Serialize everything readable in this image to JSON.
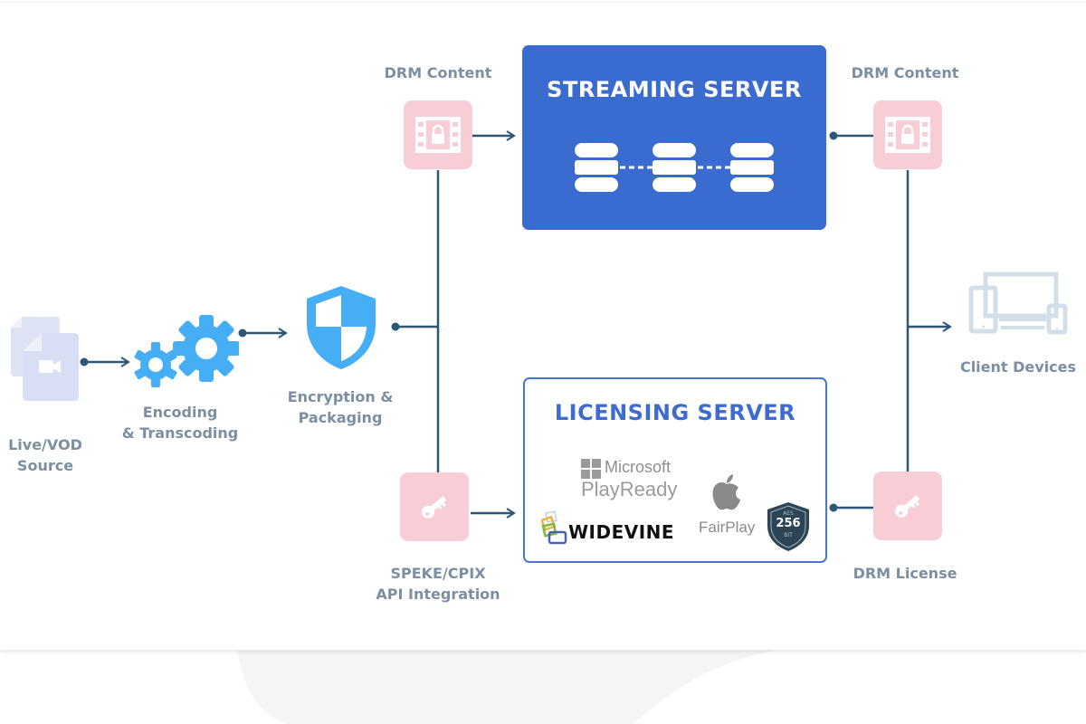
{
  "diagram": {
    "title": "DRM Content Delivery Workflow",
    "colors": {
      "connector": "#2e5677",
      "label_text": "#7b8fa1",
      "tile_pink": "#f8cdd6",
      "streaming_server_fill": "#3a6bcf",
      "licensing_server_border": "#4a74cf",
      "gear_blue": "#46aef5",
      "source_doc": "#dde3f5",
      "device_gray": "#d3dfe8"
    },
    "nodes": {
      "source": {
        "label_line1": "Live/VOD",
        "label_line2": "Source",
        "icon": "video-file-icon"
      },
      "encoding": {
        "label_line1": "Encoding",
        "label_line2": "& Transcoding",
        "icon": "gears-icon"
      },
      "encryption": {
        "label_line1": "Encryption &",
        "label_line2": "Packaging",
        "icon": "shield-icon"
      },
      "drm_content_left": {
        "label": "DRM Content",
        "icon": "locked-film-icon"
      },
      "speke": {
        "label_line1": "SPEKE/CPIX",
        "label_line2": "API Integration",
        "icon": "key-icon"
      },
      "streaming_server": {
        "title": "STREAMING SERVER",
        "icon": "database-cluster-icon"
      },
      "licensing_server": {
        "title": "LICENSING SERVER",
        "logos": {
          "playready_line1": "Microsoft",
          "playready_line2": "PlayReady",
          "widevine": "WIDEVINE",
          "fairplay": "FairPlay",
          "aes_top": "AES",
          "aes_middle": "256",
          "aes_bottom": "BIT"
        }
      },
      "drm_content_right": {
        "label": "DRM Content",
        "icon": "locked-film-icon"
      },
      "drm_license": {
        "label": "DRM License",
        "icon": "key-icon"
      },
      "client_devices": {
        "label": "Client Devices",
        "icon": "devices-icon"
      }
    },
    "edges": [
      {
        "from": "source",
        "to": "encoding"
      },
      {
        "from": "encoding",
        "to": "encryption"
      },
      {
        "from": "encryption",
        "to": "drm_content_left"
      },
      {
        "from": "encryption",
        "to": "speke"
      },
      {
        "from": "drm_content_left",
        "to": "streaming_server"
      },
      {
        "from": "speke",
        "to": "licensing_server"
      },
      {
        "from": "streaming_server",
        "to": "drm_content_right"
      },
      {
        "from": "licensing_server",
        "to": "drm_license"
      },
      {
        "from": "drm_content_right",
        "to": "client_devices"
      },
      {
        "from": "drm_license",
        "to": "client_devices"
      }
    ]
  }
}
